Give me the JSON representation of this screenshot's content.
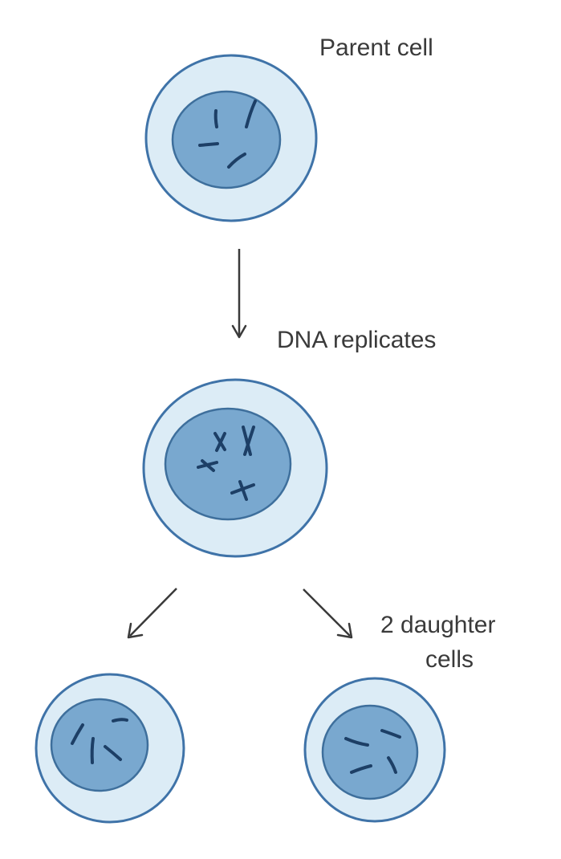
{
  "labels": {
    "parent_cell": "Parent cell",
    "dna_replicates": "DNA replicates",
    "daughter_cells_line1": "2 daughter",
    "daughter_cells_line2": "cells"
  },
  "colors": {
    "cytoplasm_fill": "#dcecf6",
    "cell_outline": "#3f73a8",
    "nucleus_fill": "#79a8cf",
    "nucleus_outline": "#3e6f9c",
    "chromosome": "#1d3f66",
    "arrow": "#3a3a3a",
    "text": "#3a3a3a"
  }
}
